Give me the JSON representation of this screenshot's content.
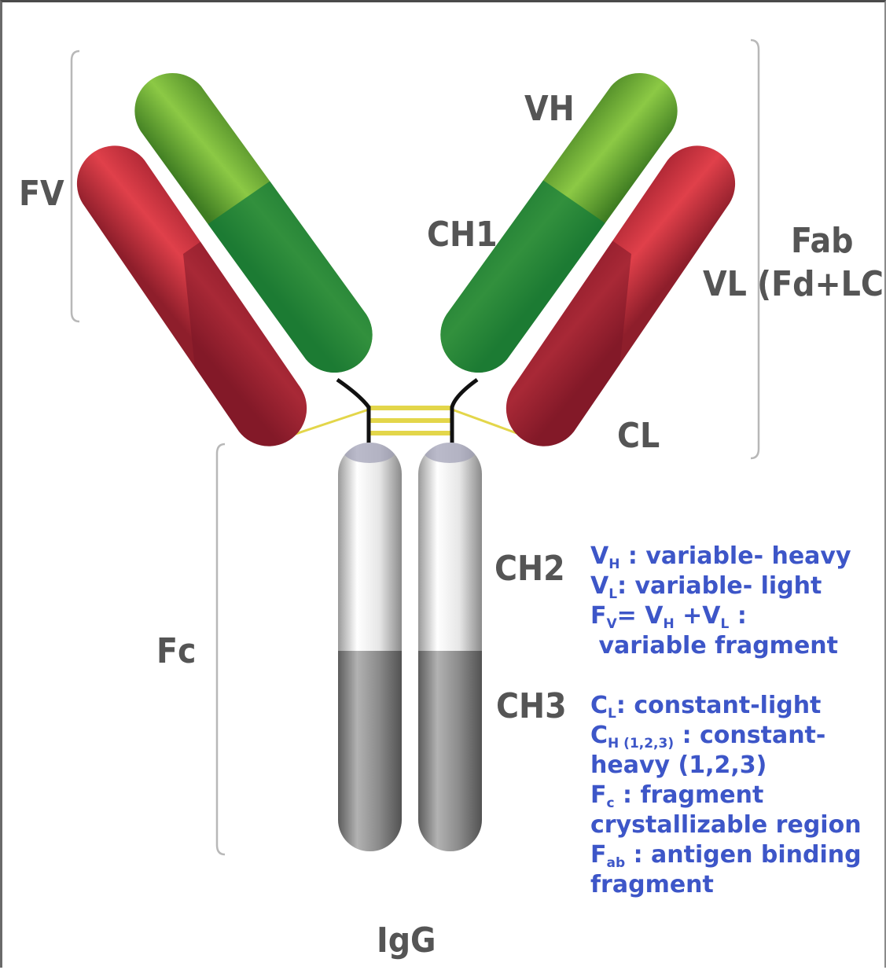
{
  "diagram": {
    "labels": {
      "fv": "FV",
      "vh": "VH",
      "ch1": "CH1",
      "fab": "Fab",
      "fab_sub": "(Fd+LC)",
      "vl": "VL",
      "cl": "CL",
      "ch2": "CH2",
      "fc": "Fc",
      "ch3": "CH3",
      "igg": "IgG"
    },
    "colors": {
      "light_chain_variable": "#d9303a",
      "light_chain_constant": "#9c2437",
      "heavy_chain_variable": "#7ab536",
      "heavy_chain_constant": "#2f9b3c",
      "fc_upper": "#f2f2f2",
      "fc_lower": "#8f8f8f",
      "disulfide": "#e3d64a",
      "legend_text": "#3d56c8"
    }
  },
  "legend": {
    "vh_sym": "V",
    "vh_sub": "H",
    "vh_text": " : variable- heavy",
    "vl_sym": "V",
    "vl_sub": "L",
    "vl_text": ": variable- light",
    "fv_sym": "F",
    "fv_sub": "V",
    "fv_mid": "= V",
    "fv_sub2": "H",
    "fv_mid2": " +V",
    "fv_sub3": "L",
    "fv_end": " :",
    "fv_text": " variable fragment",
    "cl_sym": "C",
    "cl_sub": "L",
    "cl_text": ": constant-light",
    "ch_sym": "C",
    "ch_sub": "H (1,2,3)",
    "ch_text": " : constant-",
    "ch_text2": "heavy (1,2,3)",
    "fc_sym": "F",
    "fc_sub": "c",
    "fc_text": " : fragment",
    "fc_text2": "crystallizable region",
    "fab_sym": "F",
    "fab_sub": "ab",
    "fab_text": " : antigen binding",
    "fab_text2": "fragment"
  }
}
